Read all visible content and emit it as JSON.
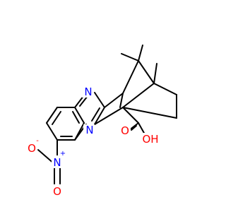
{
  "molecule": {
    "colors": {
      "bond": "#000000",
      "nitrogen": "#0000ff",
      "oxygen": "#ff0000",
      "background": "#ffffff"
    },
    "labels": {
      "n_top": "N",
      "n_bottom": "N",
      "nitro_n": "N",
      "nitro_n_charge": "+",
      "nitro_o_left": "O",
      "nitro_o_left_charge": "-",
      "nitro_o_bottom": "O",
      "carbonyl_o": "O",
      "hydroxyl": "OH"
    }
  }
}
